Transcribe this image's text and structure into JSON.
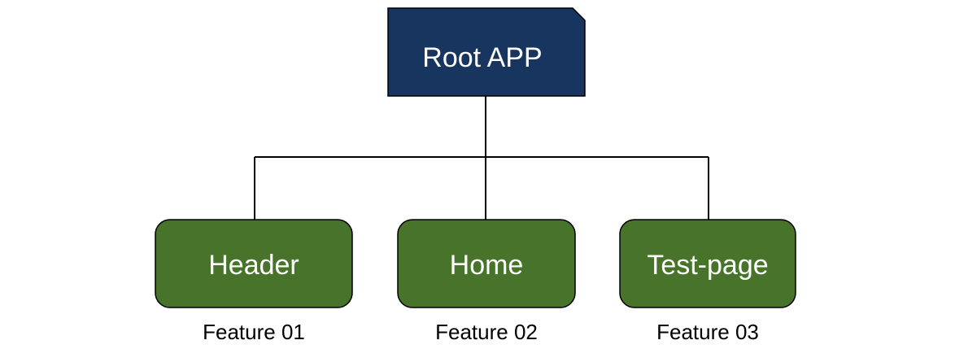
{
  "root": {
    "label": "Root APP",
    "fill": "#17355f"
  },
  "children": [
    {
      "label": "Header",
      "caption": "Feature 01",
      "fill": "#47732b"
    },
    {
      "label": "Home",
      "caption": "Feature 02",
      "fill": "#47732b"
    },
    {
      "label": "Test-page",
      "caption": "Feature 03",
      "fill": "#47732b"
    }
  ],
  "colors": {
    "connector": "#000000",
    "node_text": "#ffffff",
    "caption_text": "#000000"
  }
}
